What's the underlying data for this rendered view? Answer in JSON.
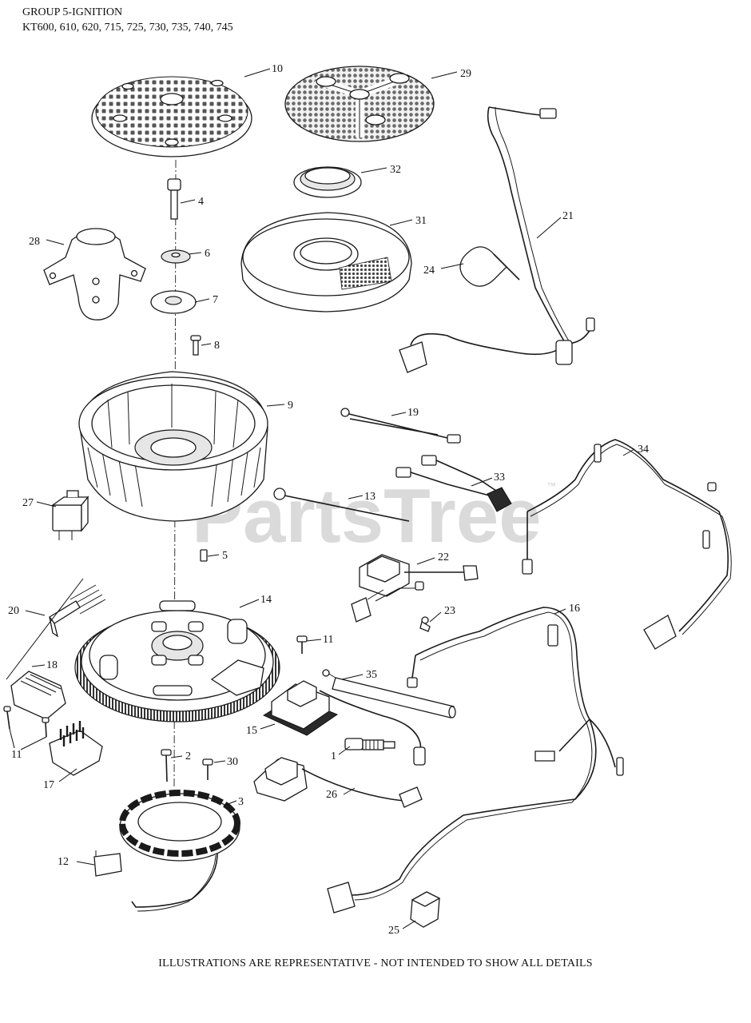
{
  "header": {
    "line1": "GROUP 5-IGNITION",
    "line2": "KT600, 610, 620, 715, 725, 730, 735, 740, 745"
  },
  "footer": "ILLUSTRATIONS ARE REPRESENTATIVE - NOT INTENDED TO SHOW ALL DETAILS",
  "watermark": {
    "text": "PartsTree",
    "mark": "™"
  },
  "callouts": {
    "p1": "1",
    "p2": "2",
    "p3": "3",
    "p4": "4",
    "p5": "5",
    "p6": "6",
    "p7": "7",
    "p8": "8",
    "p9": "9",
    "p10": "10",
    "p11a": "11",
    "p11b": "11",
    "p12": "12",
    "p13": "13",
    "p14": "14",
    "p15": "15",
    "p16": "16",
    "p17": "17",
    "p18": "18",
    "p19": "19",
    "p20": "20",
    "p21": "21",
    "p22": "22",
    "p23": "23",
    "p24": "24",
    "p25": "25",
    "p26": "26",
    "p27": "27",
    "p28": "28",
    "p29": "29",
    "p30": "30",
    "p31": "31",
    "p32": "32",
    "p33": "33",
    "p34": "34",
    "p35": "35"
  }
}
